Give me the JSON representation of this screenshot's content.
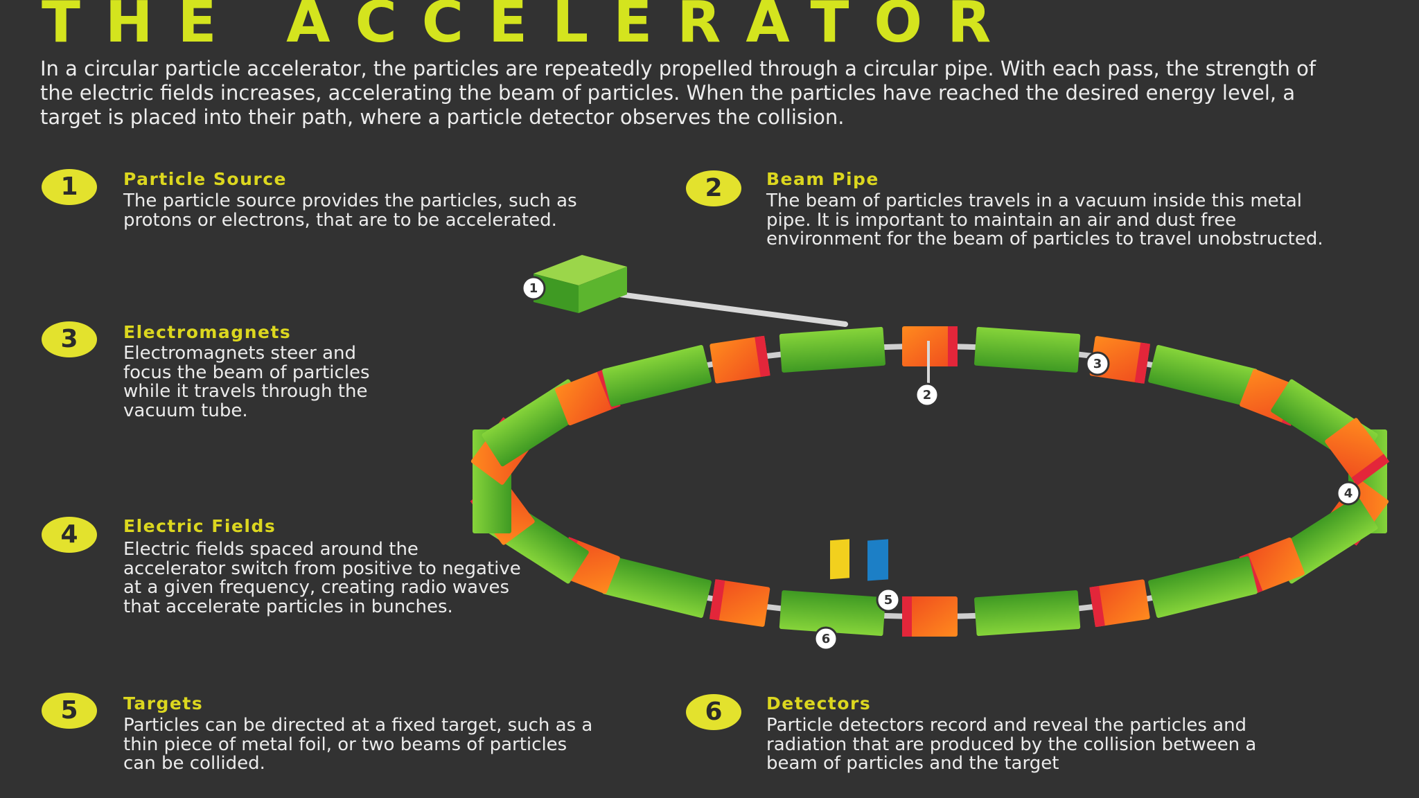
{
  "title": "THE ACCELERATOR",
  "intro": "In a circular particle accelerator, the particles are repeatedly propelled through a circular pipe. With each pass, the strength of the electric fields increases, accelerating the beam of particles. When the particles have reached the desired energy level, a target is placed into their path, where a particle detector observes the collision.",
  "items": [
    {
      "number": "1",
      "title": "Particle Source",
      "body": "The particle source provides the particles, such as protons or electrons, that are to be accelerated."
    },
    {
      "number": "2",
      "title": "Beam Pipe",
      "body": "The beam of particles travels in a vacuum inside this metal pipe. It is important to maintain an air and dust free environment for the beam of particles to travel unobstructed."
    },
    {
      "number": "3",
      "title": "Electromagnets",
      "body": "Electromagnets steer and focus the beam of particles while it travels through the vacuum tube."
    },
    {
      "number": "4",
      "title": "Electric Fields",
      "body": "Electric fields spaced around the accelerator switch from positive to negative at a given frequency, creating radio waves that accelerate particles in bunches."
    },
    {
      "number": "5",
      "title": "Targets",
      "body": "Particles can be directed at a fixed target, such as a thin piece of metal foil, or two beams of particles can be collided."
    },
    {
      "number": "6",
      "title": "Detectors",
      "body": "Particle detectors record and reveal the particles and radiation that are produced by the collision between a beam of particles and the target"
    }
  ],
  "diagram_markers": [
    "1",
    "2",
    "3",
    "4",
    "5",
    "6"
  ],
  "colors": {
    "background": "#323232",
    "accent_yellow": "#d4e41e",
    "magnet_green": "#58b82a",
    "field_orange": "#f06a1c",
    "field_red": "#e3263a",
    "target_yellow": "#f2d01e",
    "detector_blue": "#1c7fc6",
    "pipe_grey": "#cfcfcf"
  }
}
